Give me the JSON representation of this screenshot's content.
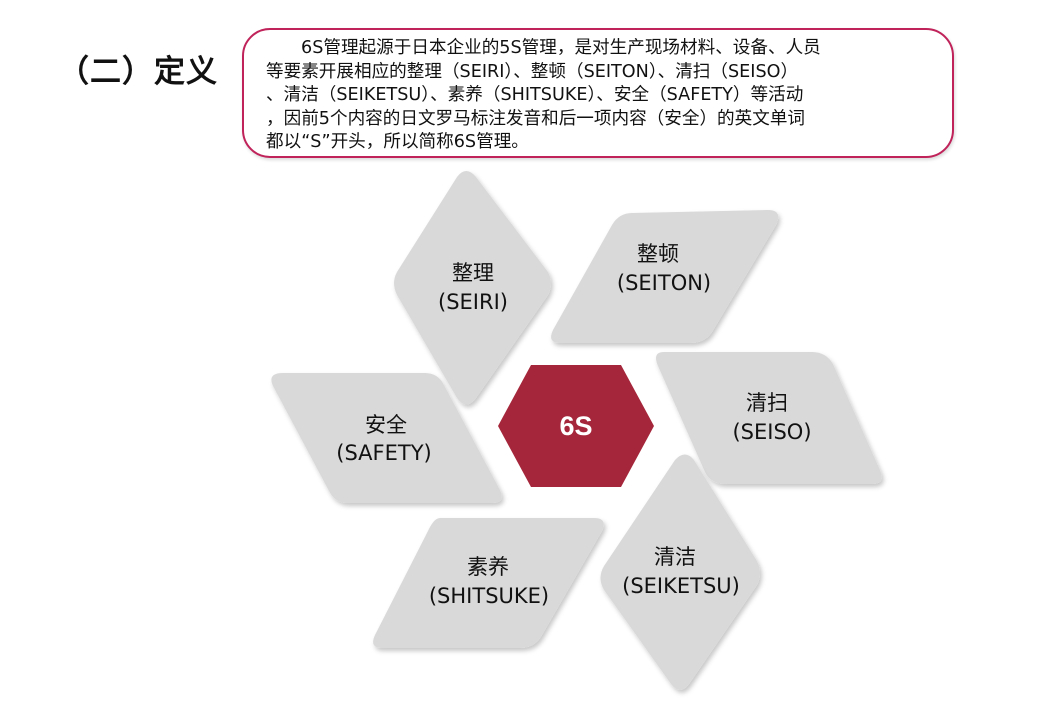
{
  "heading": "（二）定义",
  "definition": {
    "lines": [
      "6S管理起源于日本企业的5S管理，是对生产现场材料、设备、人员",
      "等要素开展相应的整理（SEIRI）、整顿（SEITON）、清扫（SEISO）",
      "、清洁（SEIKETSU）、素养（SHITSUKE）、安全（SAFETY）等活动",
      "，因前5个内容的日文罗马标注发音和后一项内容（安全）的英文单词",
      "都以“S”开头，所以简称6S管理。"
    ]
  },
  "diagram": {
    "center": "6S",
    "center_color": "#a5263a",
    "petal_color": "#d9d9d9",
    "petals": [
      {
        "cn": "整理",
        "en": "(SEIRI)"
      },
      {
        "cn": "整顿",
        "en": "(SEITON)"
      },
      {
        "cn": "清扫",
        "en": "(SEISO)"
      },
      {
        "cn": "清洁",
        "en": "(SEIKETSU)"
      },
      {
        "cn": "素养",
        "en": "(SHITSUKE)"
      },
      {
        "cn": "安全",
        "en": "(SAFETY)"
      }
    ]
  }
}
